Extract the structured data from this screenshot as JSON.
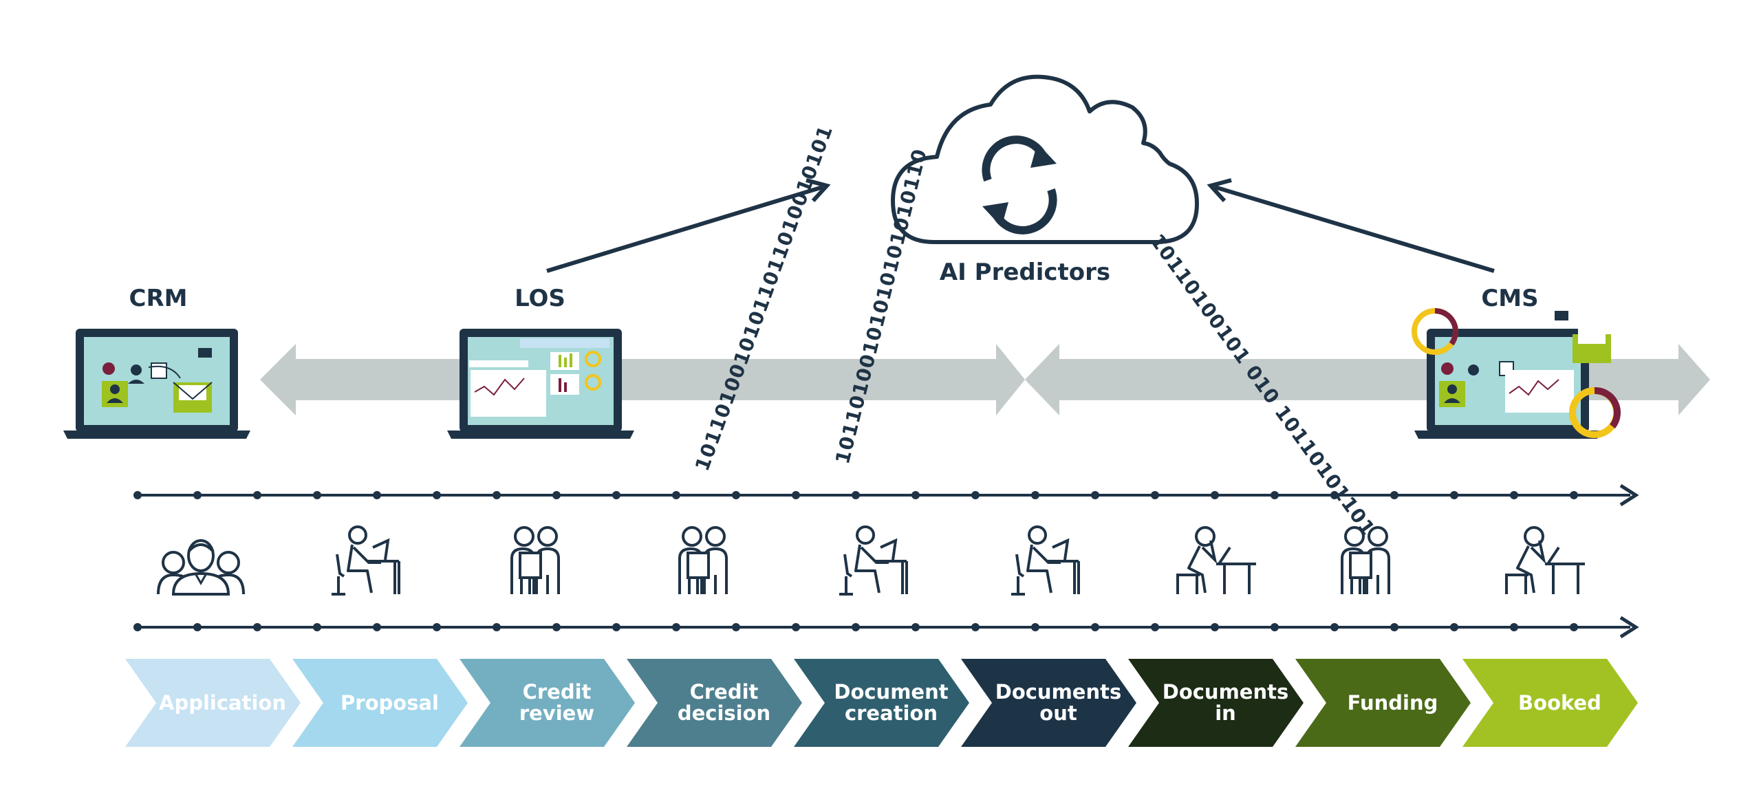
{
  "cloud": {
    "label": "AI Predictors"
  },
  "systems": [
    {
      "id": "crm",
      "label": "CRM"
    },
    {
      "id": "los",
      "label": "LOS"
    },
    {
      "id": "cms",
      "label": "CMS"
    }
  ],
  "binary_streams": [
    "10110100101011011010010101",
    "10110100101010101010110",
    "10110100101 010 10110101101"
  ],
  "stages": [
    {
      "label": "Application",
      "color": "#c6e2f3",
      "icon": "group-icon"
    },
    {
      "label": "Proposal",
      "color": "#a3d8ee",
      "icon": "person-at-desk-icon"
    },
    {
      "label": "Credit\nreview",
      "color": "#74afc1",
      "icon": "people-reviewing-icon"
    },
    {
      "label": "Credit\ndecision",
      "color": "#4e7f8e",
      "icon": "people-reviewing-icon"
    },
    {
      "label": "Document\ncreation",
      "color": "#2f5f6e",
      "icon": "person-at-desk-icon"
    },
    {
      "label": "Documents\nout",
      "color": "#1d3447",
      "icon": "person-at-desk-icon"
    },
    {
      "label": "Documents\nin",
      "color": "#1c2c15",
      "icon": "person-thinking-at-table-icon"
    },
    {
      "label": "Funding",
      "color": "#4a6a17",
      "icon": "people-reviewing-icon"
    },
    {
      "label": "Booked",
      "color": "#a2c223",
      "icon": "person-thinking-at-table-icon"
    }
  ],
  "colors": {
    "navy": "#1f3346",
    "arrow_gray": "#c4cbcb",
    "lime": "#9ec21f",
    "burgundy": "#7a1f3c",
    "yellow": "#f2c51b",
    "screen_teal": "#a7dad9"
  }
}
